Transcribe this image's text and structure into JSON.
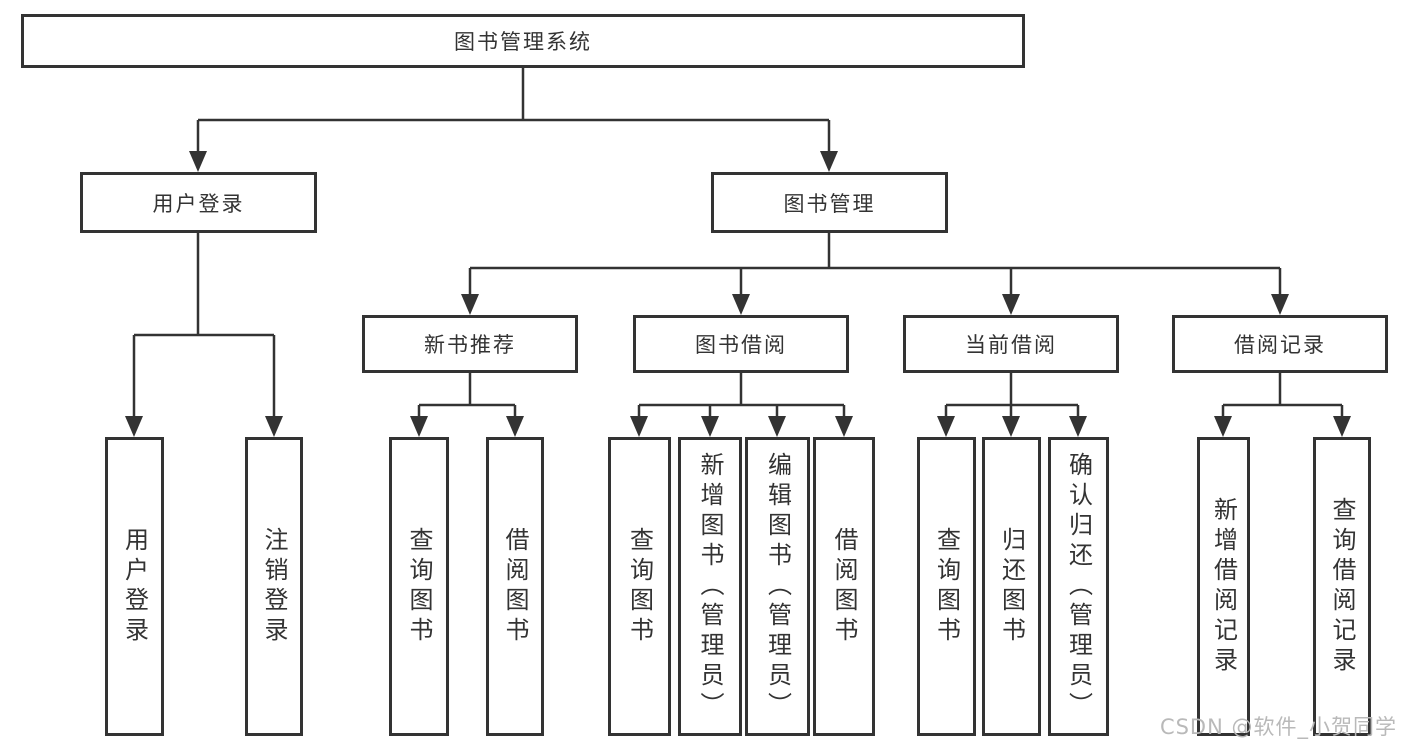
{
  "diagram": {
    "type": "hierarchy-tree",
    "title": "图书管理系统",
    "nodes": {
      "root": "图书管理系统",
      "user_login": "用户登录",
      "book_mgmt": "图书管理",
      "new_book_rec": "新书推荐",
      "book_borrow": "图书借阅",
      "current_borrow": "当前借阅",
      "borrow_record": "借阅记录",
      "leaf_user_login": "用户登录",
      "leaf_logout": "注销登录",
      "leaf_nbr_query": "查询图书",
      "leaf_nbr_borrow": "借阅图书",
      "leaf_bb_query": "查询图书",
      "leaf_bb_add": "新增图书（管理员）",
      "leaf_bb_edit": "编辑图书（管理员）",
      "leaf_bb_borrow": "借阅图书",
      "leaf_cb_query": "查询图书",
      "leaf_cb_return": "归还图书",
      "leaf_cb_confirm": "确认归还（管理员）",
      "leaf_br_add": "新增借阅记录",
      "leaf_br_query": "查询借阅记录"
    },
    "edges": [
      [
        "图书管理系统",
        "用户登录"
      ],
      [
        "图书管理系统",
        "图书管理"
      ],
      [
        "用户登录",
        "用户登录(叶)"
      ],
      [
        "用户登录",
        "注销登录"
      ],
      [
        "图书管理",
        "新书推荐"
      ],
      [
        "图书管理",
        "图书借阅"
      ],
      [
        "图书管理",
        "当前借阅"
      ],
      [
        "图书管理",
        "借阅记录"
      ],
      [
        "新书推荐",
        "查询图书"
      ],
      [
        "新书推荐",
        "借阅图书"
      ],
      [
        "图书借阅",
        "查询图书"
      ],
      [
        "图书借阅",
        "新增图书（管理员）"
      ],
      [
        "图书借阅",
        "编辑图书（管理员）"
      ],
      [
        "图书借阅",
        "借阅图书"
      ],
      [
        "当前借阅",
        "查询图书"
      ],
      [
        "当前借阅",
        "归还图书"
      ],
      [
        "当前借阅",
        "确认归还（管理员）"
      ],
      [
        "借阅记录",
        "新增借阅记录"
      ],
      [
        "借阅记录",
        "查询借阅记录"
      ]
    ],
    "colors": {
      "line": "#333333",
      "text": "#333333",
      "box_background": "#ffffff",
      "page_background": "#ffffff",
      "watermark": "#b9b9b9"
    }
  },
  "watermark": "CSDN @软件_小贺同学"
}
